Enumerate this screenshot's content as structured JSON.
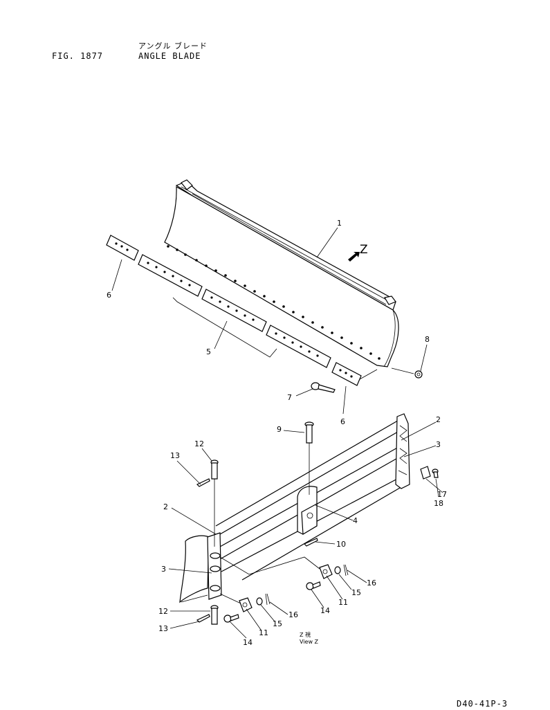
{
  "header": {
    "fig_number": "FIG. 1877",
    "title_jp": "アングル ブレード",
    "title_en": "ANGLE BLADE"
  },
  "callouts": {
    "c1": "1",
    "c2a": "2",
    "c2b": "2",
    "c3a": "3",
    "c3b": "3",
    "c4": "4",
    "c5": "5",
    "c6a": "6",
    "c6b": "6",
    "c7": "7",
    "c8": "8",
    "c9": "9",
    "c10": "10",
    "c11a": "11",
    "c11b": "11",
    "c12a": "12",
    "c12b": "12",
    "c13a": "13",
    "c13b": "13",
    "c14a": "14",
    "c14b": "14",
    "c15a": "15",
    "c15b": "15",
    "c16a": "16",
    "c16b": "16",
    "c17": "17",
    "c18": "18"
  },
  "view_marker": {
    "letter": "Z",
    "view_jp": "Z 視",
    "view_en": "View Z"
  },
  "footer": {
    "drawing_code": "D40-41P-3"
  }
}
